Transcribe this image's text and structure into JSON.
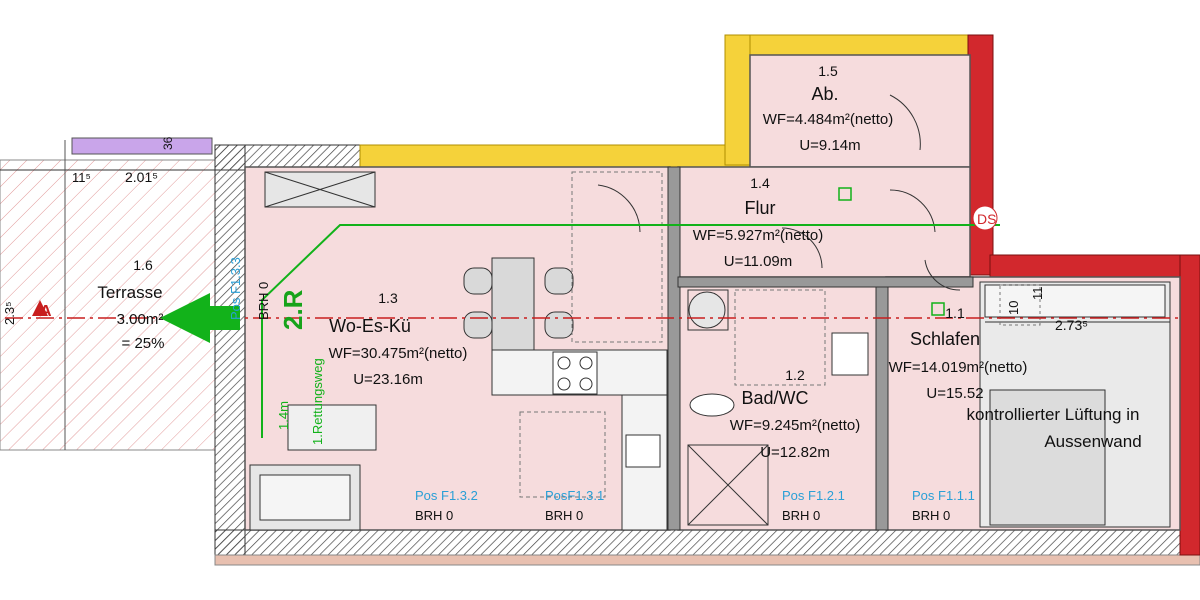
{
  "colors": {
    "room_fill": "#f6dcdd",
    "wall": "#6a6a6a",
    "hatch_red": "#e07a7a",
    "insulation_yellow": "#f5d23a",
    "ext_wall_red": "#d2282d",
    "escape_green": "#12b21a",
    "annotation_blue": "#2a9fd6",
    "window_purple": "#b98fe0",
    "axis_red": "#c81e1e"
  },
  "rooms": [
    {
      "id": "terrasse",
      "num": "1.6",
      "name": "Terrasse",
      "area": "3.00m²",
      "extra": "= 25%"
    },
    {
      "id": "wohnkueche",
      "num": "1.3",
      "name": "Wo-Es-Kü",
      "area": "WF=30.475m²(netto)",
      "perimeter": "U=23.16m"
    },
    {
      "id": "abstell",
      "num": "1.5",
      "name": "Ab.",
      "area": "WF=4.484m²(netto)",
      "perimeter": "U=9.14m"
    },
    {
      "id": "flur",
      "num": "1.4",
      "name": "Flur",
      "area": "WF=5.927m²(netto)",
      "perimeter": "U=11.09m"
    },
    {
      "id": "bad",
      "num": "1.2",
      "name": "Bad/WC",
      "area": "WF=9.245m²(netto)",
      "perimeter": "U=12.82m"
    },
    {
      "id": "schlafen",
      "num": "1.1",
      "name": "Schlafen",
      "area": "WF=14.019m²(netto)",
      "perimeter": "U=15.52"
    }
  ],
  "notes": {
    "lueftung_line1": "kontrollierter Lüftung in",
    "lueftung_line2": "Aussenwand",
    "rettungsweg": "1.Rettungsweg",
    "escape_mark": "2.R",
    "door_width": "1.4m"
  },
  "positions": [
    {
      "label": "Pos F1.3.2",
      "brh": "BRH  0"
    },
    {
      "label": "PosF1.3.1",
      "brh": "BRH  0"
    },
    {
      "label": "Pos F1.2.1",
      "brh": "BRH  0"
    },
    {
      "label": "Pos F1.1.1",
      "brh": "BRH  0"
    }
  ],
  "side_pos": {
    "label": "Pos F1.3.3",
    "brh": "BRH  0"
  },
  "dims": {
    "d1": "11⁵",
    "d2": "2.01⁵",
    "d3": "36",
    "d4": "2.73⁵",
    "d5": "2.3⁵",
    "d6": "10",
    "d7": "11"
  },
  "section": "A",
  "detail_mark": "DS"
}
